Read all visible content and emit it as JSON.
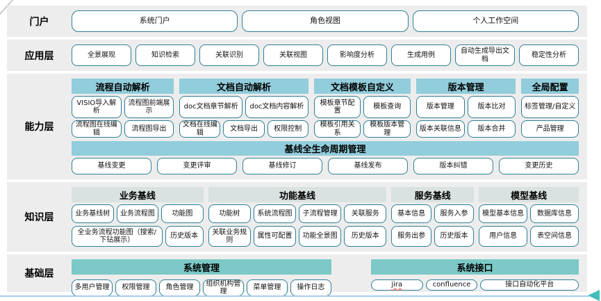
{
  "colors": {
    "band_background": "#EDEDED",
    "capability_header": "#92CDDC",
    "knowledge_header": "#D9E2E0",
    "foundation_header": "#7CC9C7",
    "box_border": "#2E7F96",
    "bottom_line": "#A9CCE9",
    "arrow": "#44BDBB",
    "spellcheck_underline": "#E03C31"
  },
  "portal": {
    "label": "门户",
    "items": [
      "系统门户",
      "角色视图",
      "个人工作空间"
    ]
  },
  "application": {
    "label": "应用层",
    "items": [
      "全景展现",
      "知识检索",
      "关联识别",
      "关联视图",
      "影响度分析",
      "生成用例",
      "自动生成导出文档",
      "稳定性分析"
    ]
  },
  "capability": {
    "label": "能力层",
    "groups": [
      {
        "header": "流程自动解析",
        "rows": [
          [
            "VISIO导入解析",
            "流程图前端展示"
          ],
          [
            "流程图在线编辑",
            "流程图导出"
          ]
        ]
      },
      {
        "header": "文档自动解析",
        "rows": [
          [
            "doc文档章节解析",
            "doc文档内容解析"
          ],
          [
            "文档在线编辑",
            "文档导出",
            "权限控制"
          ]
        ]
      },
      {
        "header": "文档模板自定义",
        "rows": [
          [
            "模板章节配置",
            "模板查询"
          ],
          [
            "模板引用关系",
            "模板版本管理"
          ]
        ]
      },
      {
        "header": "版本管理",
        "rows": [
          [
            "版本管理",
            "版本比对"
          ],
          [
            "版本关联信息",
            "版本合并"
          ]
        ]
      },
      {
        "header": "全局配置",
        "rows": [
          [
            "标签管理/自定义"
          ],
          [
            "产品管理"
          ]
        ]
      }
    ],
    "baseline": {
      "header": "基线全生命周期管理",
      "items": [
        "基线变更",
        "变更评审",
        "基线修订",
        "基线发布",
        "版本纠错",
        "变更历史"
      ]
    }
  },
  "knowledge": {
    "label": "知识层",
    "groups": [
      {
        "header": "业务基线",
        "rows": [
          [
            "业务基线树",
            "业务流程图",
            "功能图"
          ],
          [
            "全业务流程功能图（搜索/下钻展示）",
            "历史版本"
          ]
        ]
      },
      {
        "header": "功能基线",
        "rows": [
          [
            "功能树",
            "系统流程图",
            "子流程管理",
            "关联服务"
          ],
          [
            "关联业务规则",
            "属性可配置",
            "功能全景图",
            "历史版本"
          ]
        ]
      },
      {
        "header": "服务基线",
        "rows": [
          [
            "基本信息",
            "服务入参"
          ],
          [
            "服务出参",
            "历史版本"
          ]
        ]
      },
      {
        "header": "模型基线",
        "rows": [
          [
            "模型基本信息",
            "数据库信息"
          ],
          [
            "用户信息",
            "表空间信息"
          ]
        ]
      }
    ]
  },
  "foundation": {
    "label": "基础层",
    "groups": [
      {
        "header": "系统管理",
        "items": [
          "多用户管理",
          "权限管理",
          "角色管理",
          "组织机构管理",
          "菜单管理",
          "操作日志"
        ]
      },
      {
        "header": "系统接口",
        "items": [
          "jira",
          "confluence",
          "接口自动化平台"
        ],
        "spellcheck_marked": "jira"
      }
    ]
  }
}
